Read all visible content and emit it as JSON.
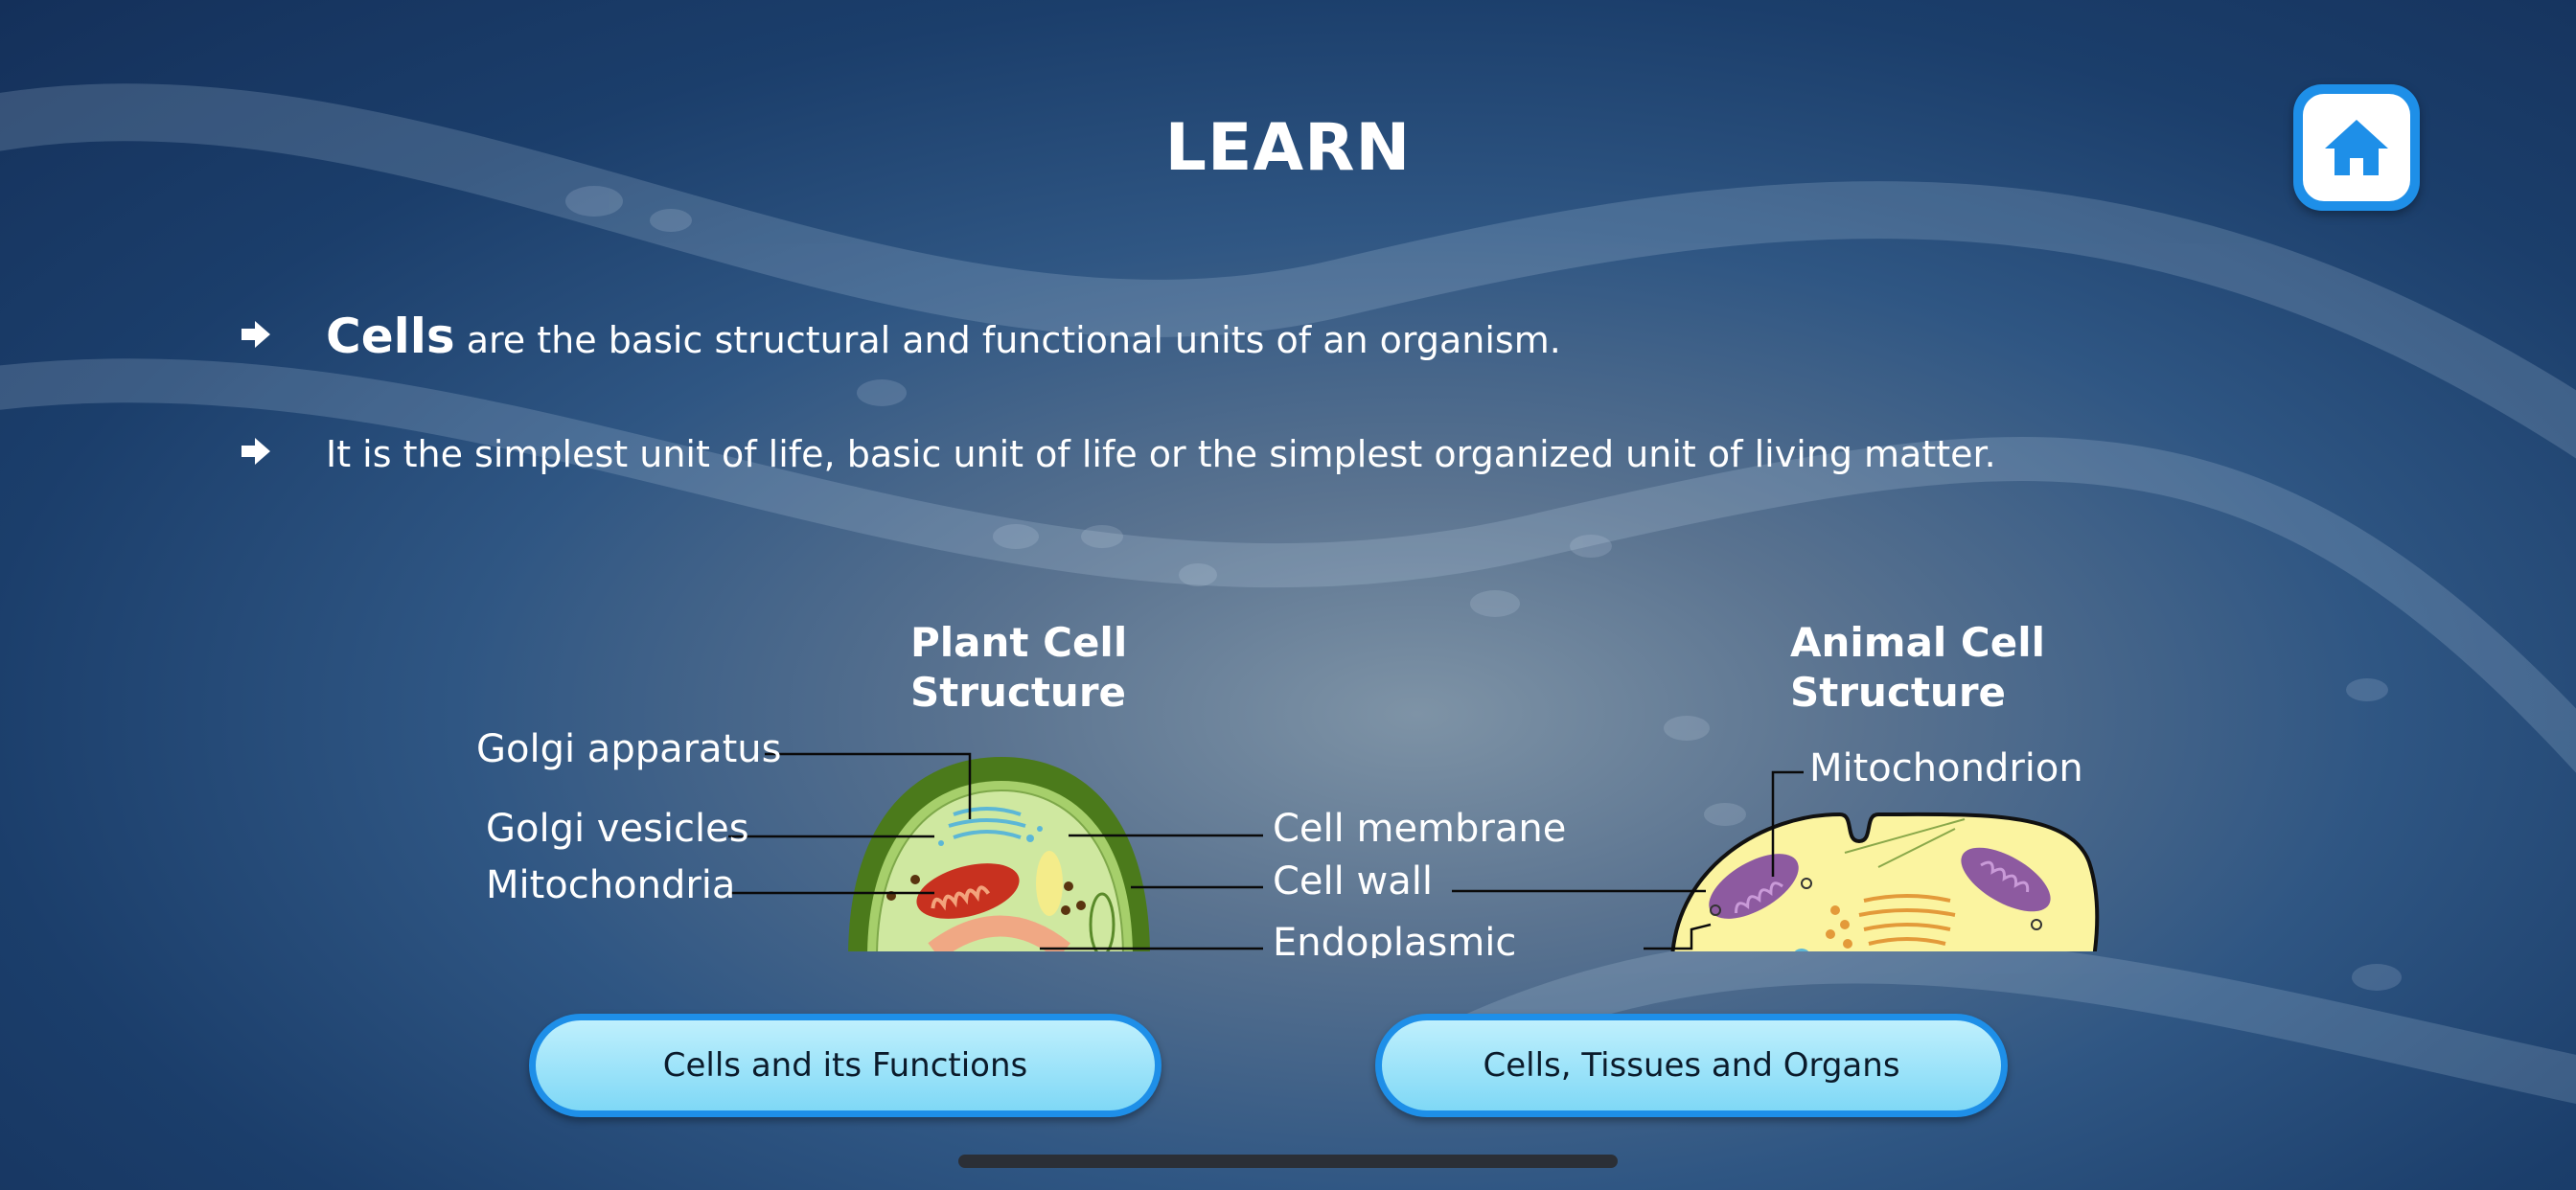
{
  "header": {
    "title": "LEARN",
    "home_icon": "home-icon"
  },
  "bullets": [
    {
      "strong": "Cells",
      "text": " are the basic structural and functional units of an organism."
    },
    {
      "strong": "",
      "text": "It is the simplest unit of life, basic unit of life or the simplest organized unit of living matter."
    }
  ],
  "plant_cell": {
    "title_line1": "Plant Cell",
    "title_line2": "Structure",
    "labels": {
      "golgi_apparatus": "Golgi apparatus",
      "golgi_vesicles": "Golgi vesicles",
      "mitochondria": "Mitochondria",
      "cell_membrane": "Cell membrane",
      "cell_wall": "Cell wall",
      "endoplasmic": "Endoplasmic"
    }
  },
  "animal_cell": {
    "title_line1": "Animal Cell",
    "title_line2": "Structure",
    "labels": {
      "mitochondrion": "Mitochondrion"
    }
  },
  "buttons": {
    "left": "Cells and its Functions",
    "right": "Cells, Tissues and Organs"
  },
  "colors": {
    "accent": "#1e8fe8",
    "pill_top": "#bff0fd",
    "pill_bottom": "#7fd8f6"
  }
}
